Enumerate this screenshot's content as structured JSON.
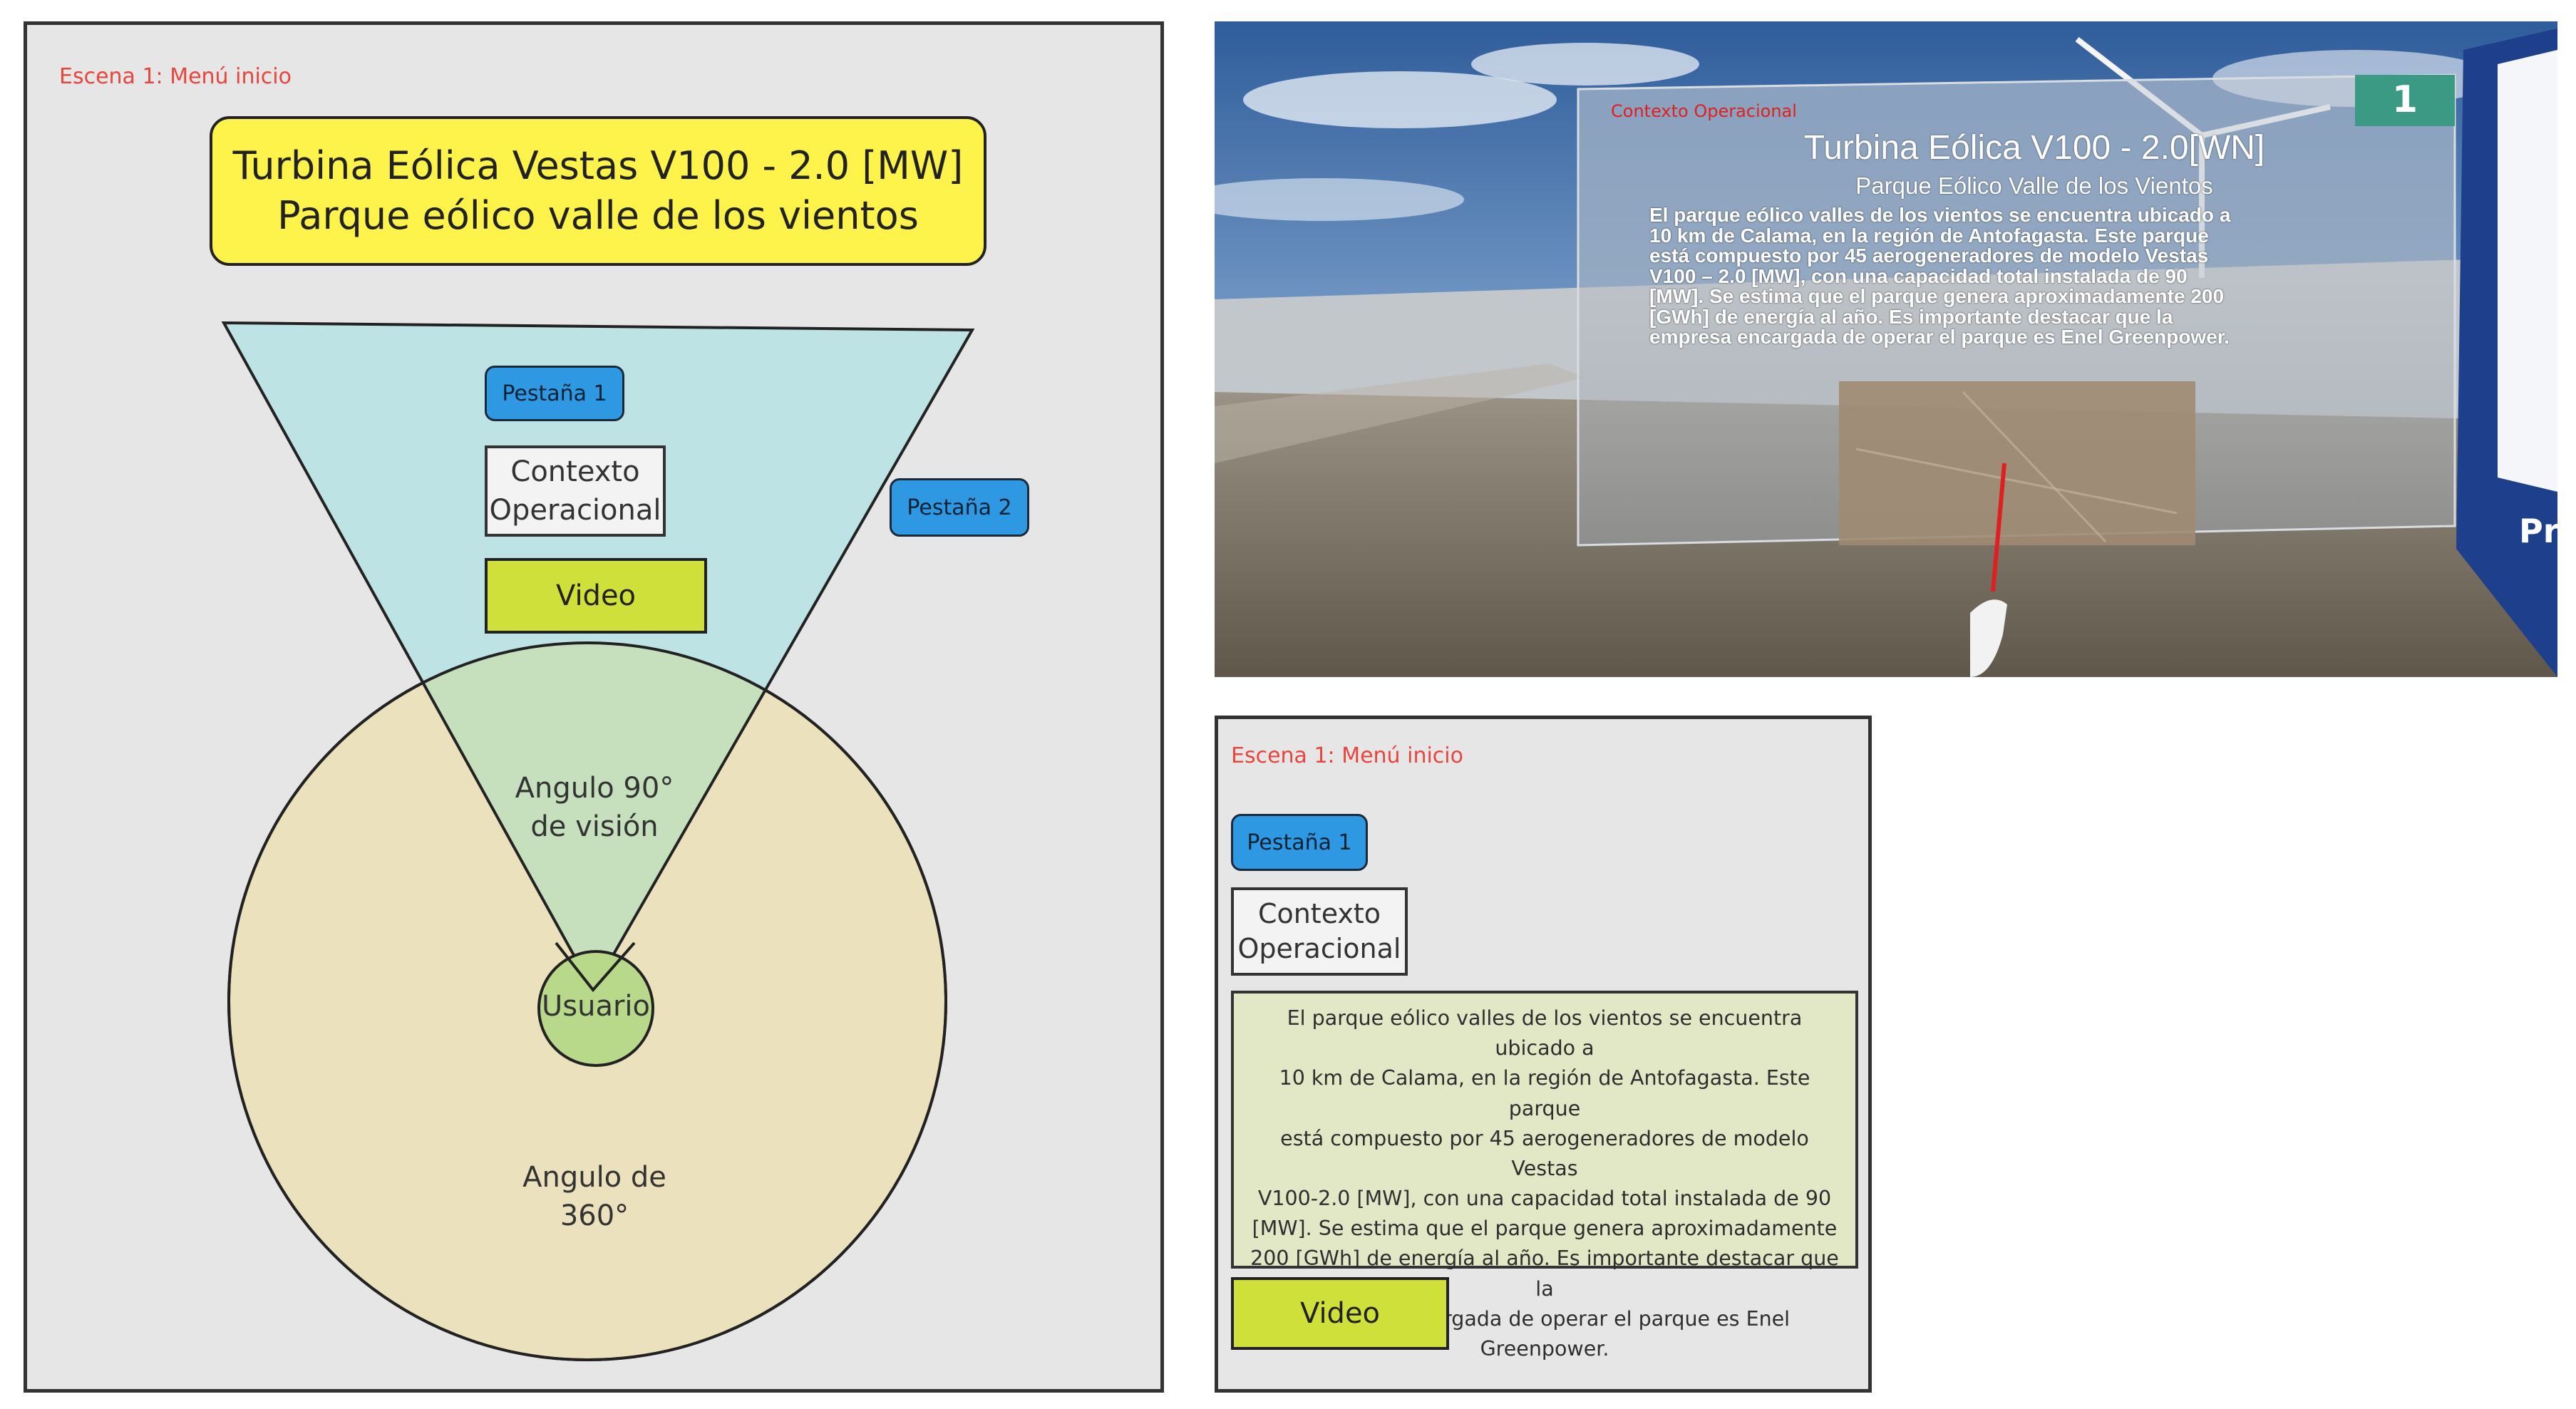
{
  "left_mockup": {
    "scene_label": "Escena 1: Menú inicio",
    "title_line1": "Turbina Eólica Vestas V100 - 2.0 [MW]",
    "title_line2": "Parque eólico valle de los vientos",
    "tab1_label": "Pestaña 1",
    "tab2_label": "Pestaña 2",
    "context_line1": "Contexto",
    "context_line2": "Operacional",
    "video_label": "Video",
    "vision_line1": "Angulo 90°",
    "vision_line2": "de visión",
    "user_label": "Usuario",
    "full_line1": "Angulo de",
    "full_line2": "360°"
  },
  "vr_screenshot": {
    "header_red": "Contexto Operacional",
    "badge_number": "1",
    "title": "Turbina Eólica V100 - 2.0[WN]",
    "subtitle": "Parque Eólico Valle de los Vientos",
    "paragraph_lines": [
      "El parque eólico valles de los vientos se encuentra ubicado a",
      "10 km de Calama, en la región de Antofagasta. Este parque",
      "está compuesto por 45 aerogeneradores de modelo Vestas",
      "V100 – 2.0 [MW], con una capacidad total instalada de 90",
      "[MW]. Se estima que el parque genera aproximadamente 200",
      "[GWh] de energía al año. Es importante destacar que la",
      "empresa encargada de operar el parque es Enel Greenpower."
    ],
    "side_panel_text": "Pr"
  },
  "right_mockup": {
    "scene_label": "Escena 1: Menú inicio",
    "tab1_label": "Pestaña 1",
    "context_line1": "Contexto",
    "context_line2": "Operacional",
    "paragraph_lines": [
      "El parque eólico valles de los vientos se encuentra ubicado a",
      "10 km de Calama, en la región de Antofagasta. Este parque",
      "está compuesto por 45 aerogeneradores de modelo Vestas",
      "V100-2.0 [MW], con una capacidad total instalada de 90",
      "[MW]. Se estima que el parque genera aproximadamente",
      "200 [GWh] de energía al año. Es importante destacar que la",
      "empresa encargada de operar el parque es Enel",
      "Greenpower."
    ],
    "video_label": "Video"
  },
  "colors": {
    "panel_bg": "#e6e6e6",
    "title_yellow": "#fdf34b",
    "tab_blue": "#2f98e3",
    "video_green": "#cfe03a",
    "cone_cyan": "#bde3e4",
    "circle_beige": "#ebe1bc",
    "overlap_green": "#c6e0bd",
    "user_green": "#b9d98a",
    "scene_red": "#e8453c"
  }
}
